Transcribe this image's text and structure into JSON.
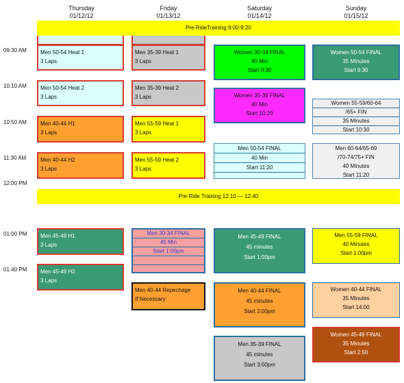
{
  "days": [
    {
      "name": "Thursday",
      "date": "01/12/12"
    },
    {
      "name": "Friday",
      "date": "01/13/12"
    },
    {
      "name": "Saturday",
      "date": "01/14/12"
    },
    {
      "name": "Sunday",
      "date": "01/15/12"
    }
  ],
  "times": [
    "09:30 AM",
    "10:10 AM",
    "10:50 AM",
    "11:30 AM",
    "12:00 PM",
    "01:00 PM",
    "01:40 PM"
  ],
  "banners": {
    "morning": "Pre RideTraining 9:00-9:20",
    "midday": "Pre Ride Training  12:10 — 12:40"
  },
  "thursday": [
    {
      "title": "Men 50-54 Heat 1",
      "sub": "3 Laps"
    },
    {
      "title": "Men 50-54 Heat 2",
      "sub": "3 Laps"
    },
    {
      "title": "Men 40-44 H1",
      "sub": "3 Laps"
    },
    {
      "title": "Men 40-44 H2",
      "sub": "3 Laps"
    },
    {
      "title": "Men 45-49 H1",
      "sub": "3 Laps"
    },
    {
      "title": "Men 45-49 H2",
      "sub": "3 Laps"
    }
  ],
  "friday": [
    {
      "title": "Men 35-39 Heat 1",
      "sub": "3 Laps"
    },
    {
      "title": "Men 35-39 Heat 2",
      "sub": "3 Laps"
    },
    {
      "title": "Men 55-59 Heat 1",
      "sub": "3 Laps"
    },
    {
      "title": "Men 55-59 Heat 2",
      "sub": "3 Laps"
    },
    {
      "title": "Men 30-34 FINAL",
      "line2": "45 Min",
      "line3": "Start 1:00pm"
    },
    {
      "title": "Men 40-44 Repechage",
      "sub": "If Necessary"
    }
  ],
  "saturday": [
    {
      "title": "Women 30-34 FINAL",
      "line2": "40 Min",
      "line3": "Start 9:30"
    },
    {
      "title": "Women 35-39 FINAL",
      "line2": "40 Min",
      "line3": "Start 10:20"
    },
    {
      "title": "Men 50-54 FINAL",
      "line2": "40 Min",
      "line3": "Start 11:20"
    },
    {
      "title": "Men 45-49 FINAL",
      "line2": "45 minutes",
      "line3": "Start 1:00pm"
    },
    {
      "title": "Men 40-44 FINAL",
      "line2": "45 minutes",
      "line3": "Start 2:00pm"
    },
    {
      "title": "Men 35-39 FINAL",
      "line2": "45 minutes",
      "line3": "Start 3:00pm"
    }
  ],
  "sunday": [
    {
      "title": "Women 50-54 FINAL",
      "line2": "35 Minutes",
      "line3": "Start 9:30"
    },
    {
      "title": "Women 55-59/60-64",
      "line2": "/65+ FIN",
      "line3": "35 Minutes",
      "line4": "Start 10:30"
    },
    {
      "title": "Men 60-64/65-69",
      "line2": "/70-74/75+ FIN",
      "line3": "40 Minutes",
      "line4": "Start 11:20"
    },
    {
      "title": "Men 55-59 FINAL",
      "line2": "40 Minutes",
      "line3": "Start 1:00pm"
    },
    {
      "title": "Women 40-44 FINAL",
      "line2": "35 Minutes",
      "line3": "Start 14:00"
    },
    {
      "title": "Women 45-49 FINAL",
      "line2": "35 Minutes",
      "line3": "Start 2:50"
    }
  ],
  "colors": {
    "banner": "#ffff00",
    "light_cyan": "#d9ffff",
    "gray": "#c8c8c8",
    "orange": "#ffa030",
    "yellow": "#ffff00",
    "green_teal": "#3a9a74",
    "bright_green": "#00ff00",
    "magenta": "#ff2aff",
    "pink": "#f5a0a0",
    "peach": "#ffd0a0",
    "rust": "#b0500f",
    "light_gray": "#f0f0f0"
  }
}
